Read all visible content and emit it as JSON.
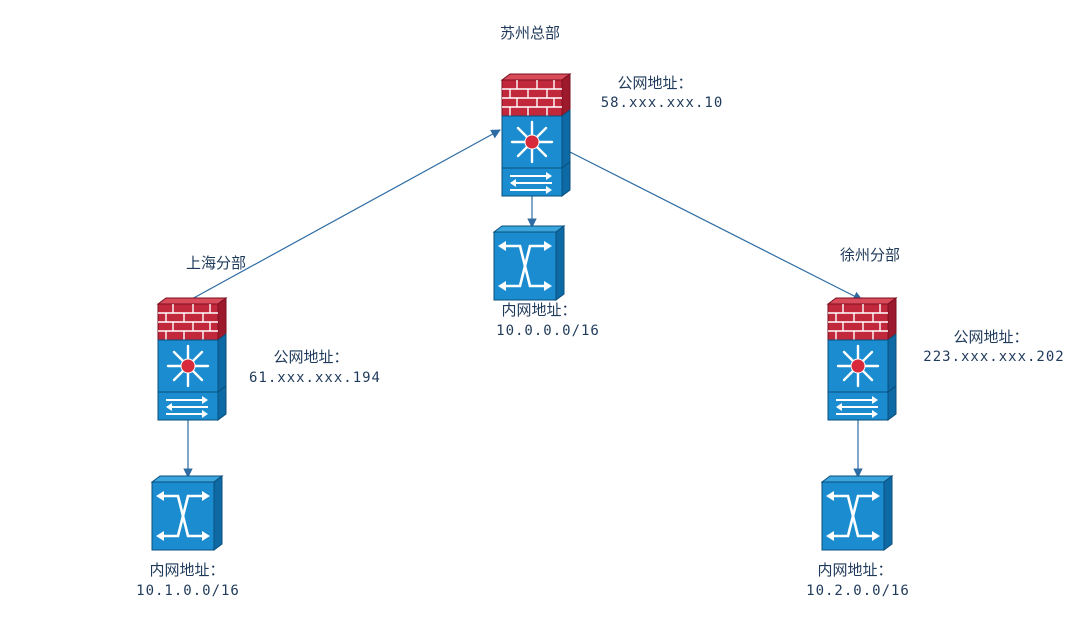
{
  "colors": {
    "firewall": "#c2283b",
    "firewall_top": "#d94a5b",
    "device_blue": "#1a8ccf",
    "device_dark": "#0d6aa5",
    "line": "#2e6ca3",
    "text": "#1f3a5a"
  },
  "sites": {
    "hq": {
      "name": "苏州总部",
      "public_label": "公网地址：",
      "public_ip": "58.xxx.xxx.10",
      "lan_label": "内网地址：",
      "lan_subnet": "10.0.0.0/16"
    },
    "shanghai": {
      "name": "上海分部",
      "public_label": "公网地址：",
      "public_ip": "61.xxx.xxx.194",
      "lan_label": "内网地址：",
      "lan_subnet": "10.1.0.0/16"
    },
    "xuzhou": {
      "name": "徐州分部",
      "public_label": "公网地址：",
      "public_ip": "223.xxx.xxx.202",
      "lan_label": "内网地址：",
      "lan_subnet": "10.2.0.0/16"
    }
  },
  "icons": {
    "firewall_router": "firewall-router-icon",
    "lan_switch": "lan-switch-icon"
  }
}
